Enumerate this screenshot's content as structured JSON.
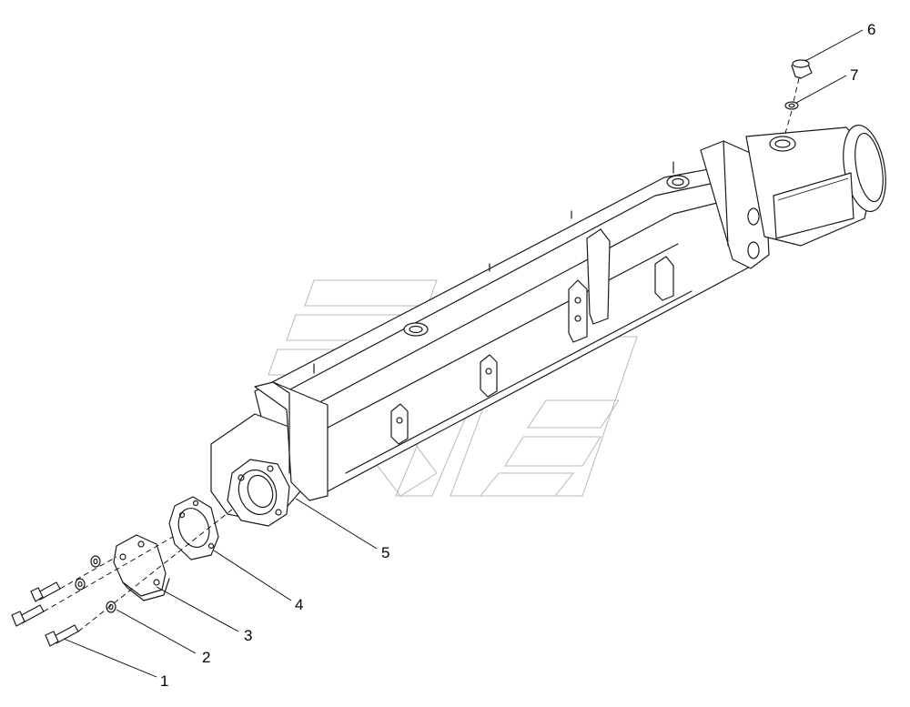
{
  "callouts": [
    {
      "label": "1"
    },
    {
      "label": "2"
    },
    {
      "label": "3"
    },
    {
      "label": "4"
    },
    {
      "label": "5"
    },
    {
      "label": "6"
    },
    {
      "label": "7"
    }
  ],
  "colors": {
    "line": "#1a1a1a",
    "watermark": "#b8b8b8",
    "background": "#ffffff"
  }
}
